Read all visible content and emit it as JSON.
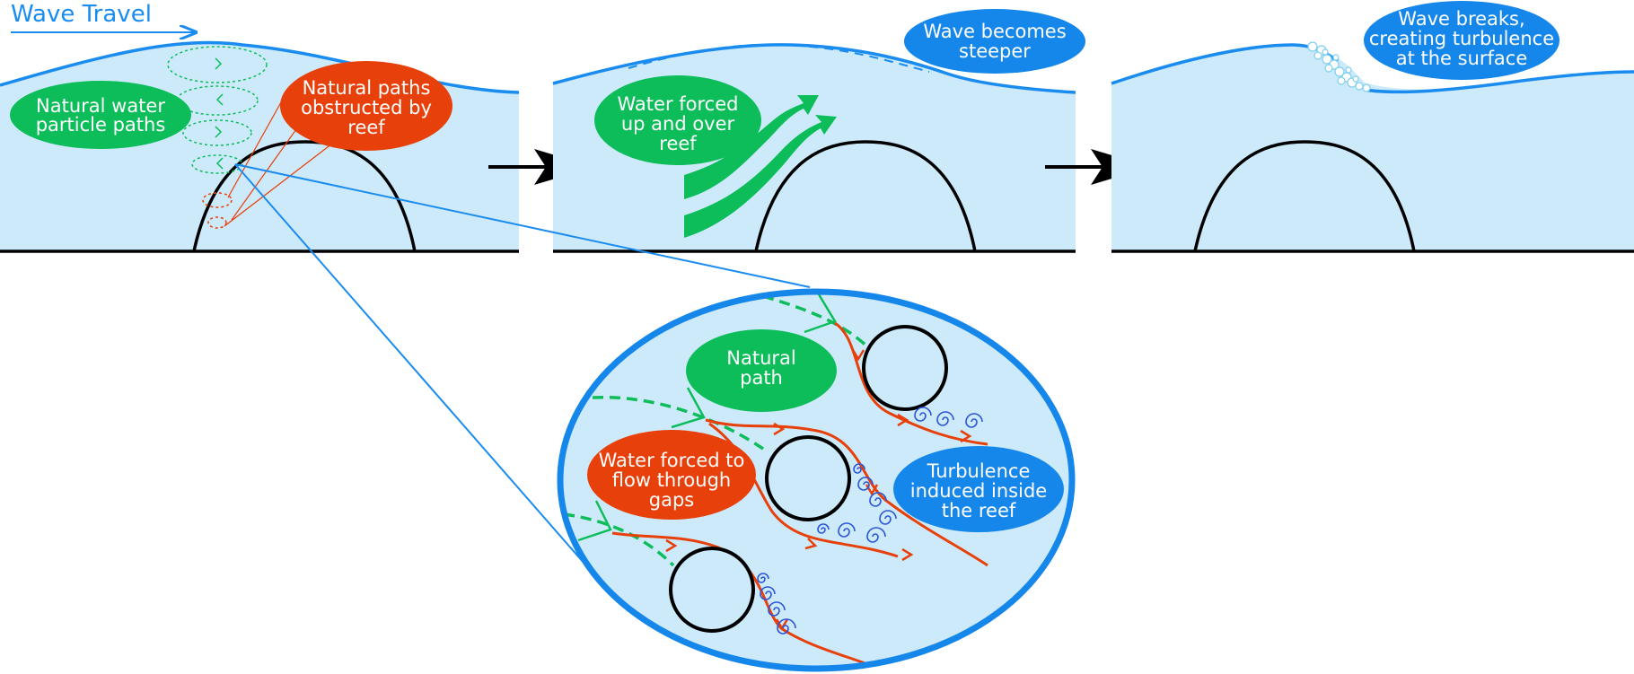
{
  "title": "Wave Travel",
  "colors": {
    "water": "#cdeafb",
    "wave_line": "#1a8cf0",
    "green": "#0dbd5a",
    "red": "#e8400a",
    "blue": "#1687ea",
    "turbulence": "#2a55d8",
    "reef": "#000000"
  },
  "labels": {
    "natural_paths": [
      "Natural water",
      "particle paths"
    ],
    "obstructed": [
      "Natural paths",
      "obstructed by",
      "reef"
    ],
    "forced_up": [
      "Water forced",
      "up and over",
      "reef"
    ],
    "steeper": [
      "Wave becomes",
      "steeper"
    ],
    "breaks": [
      "Wave breaks,",
      "creating turbulence",
      "at the surface"
    ],
    "natural_path": [
      "Natural",
      "path"
    ],
    "through_gaps": [
      "Water forced to",
      "flow through",
      "gaps"
    ],
    "turbulence": [
      "Turbulence",
      "induced inside",
      "the reef"
    ]
  },
  "icons": [
    "right-arrow-icon",
    "turbulence-swirl-icon"
  ]
}
